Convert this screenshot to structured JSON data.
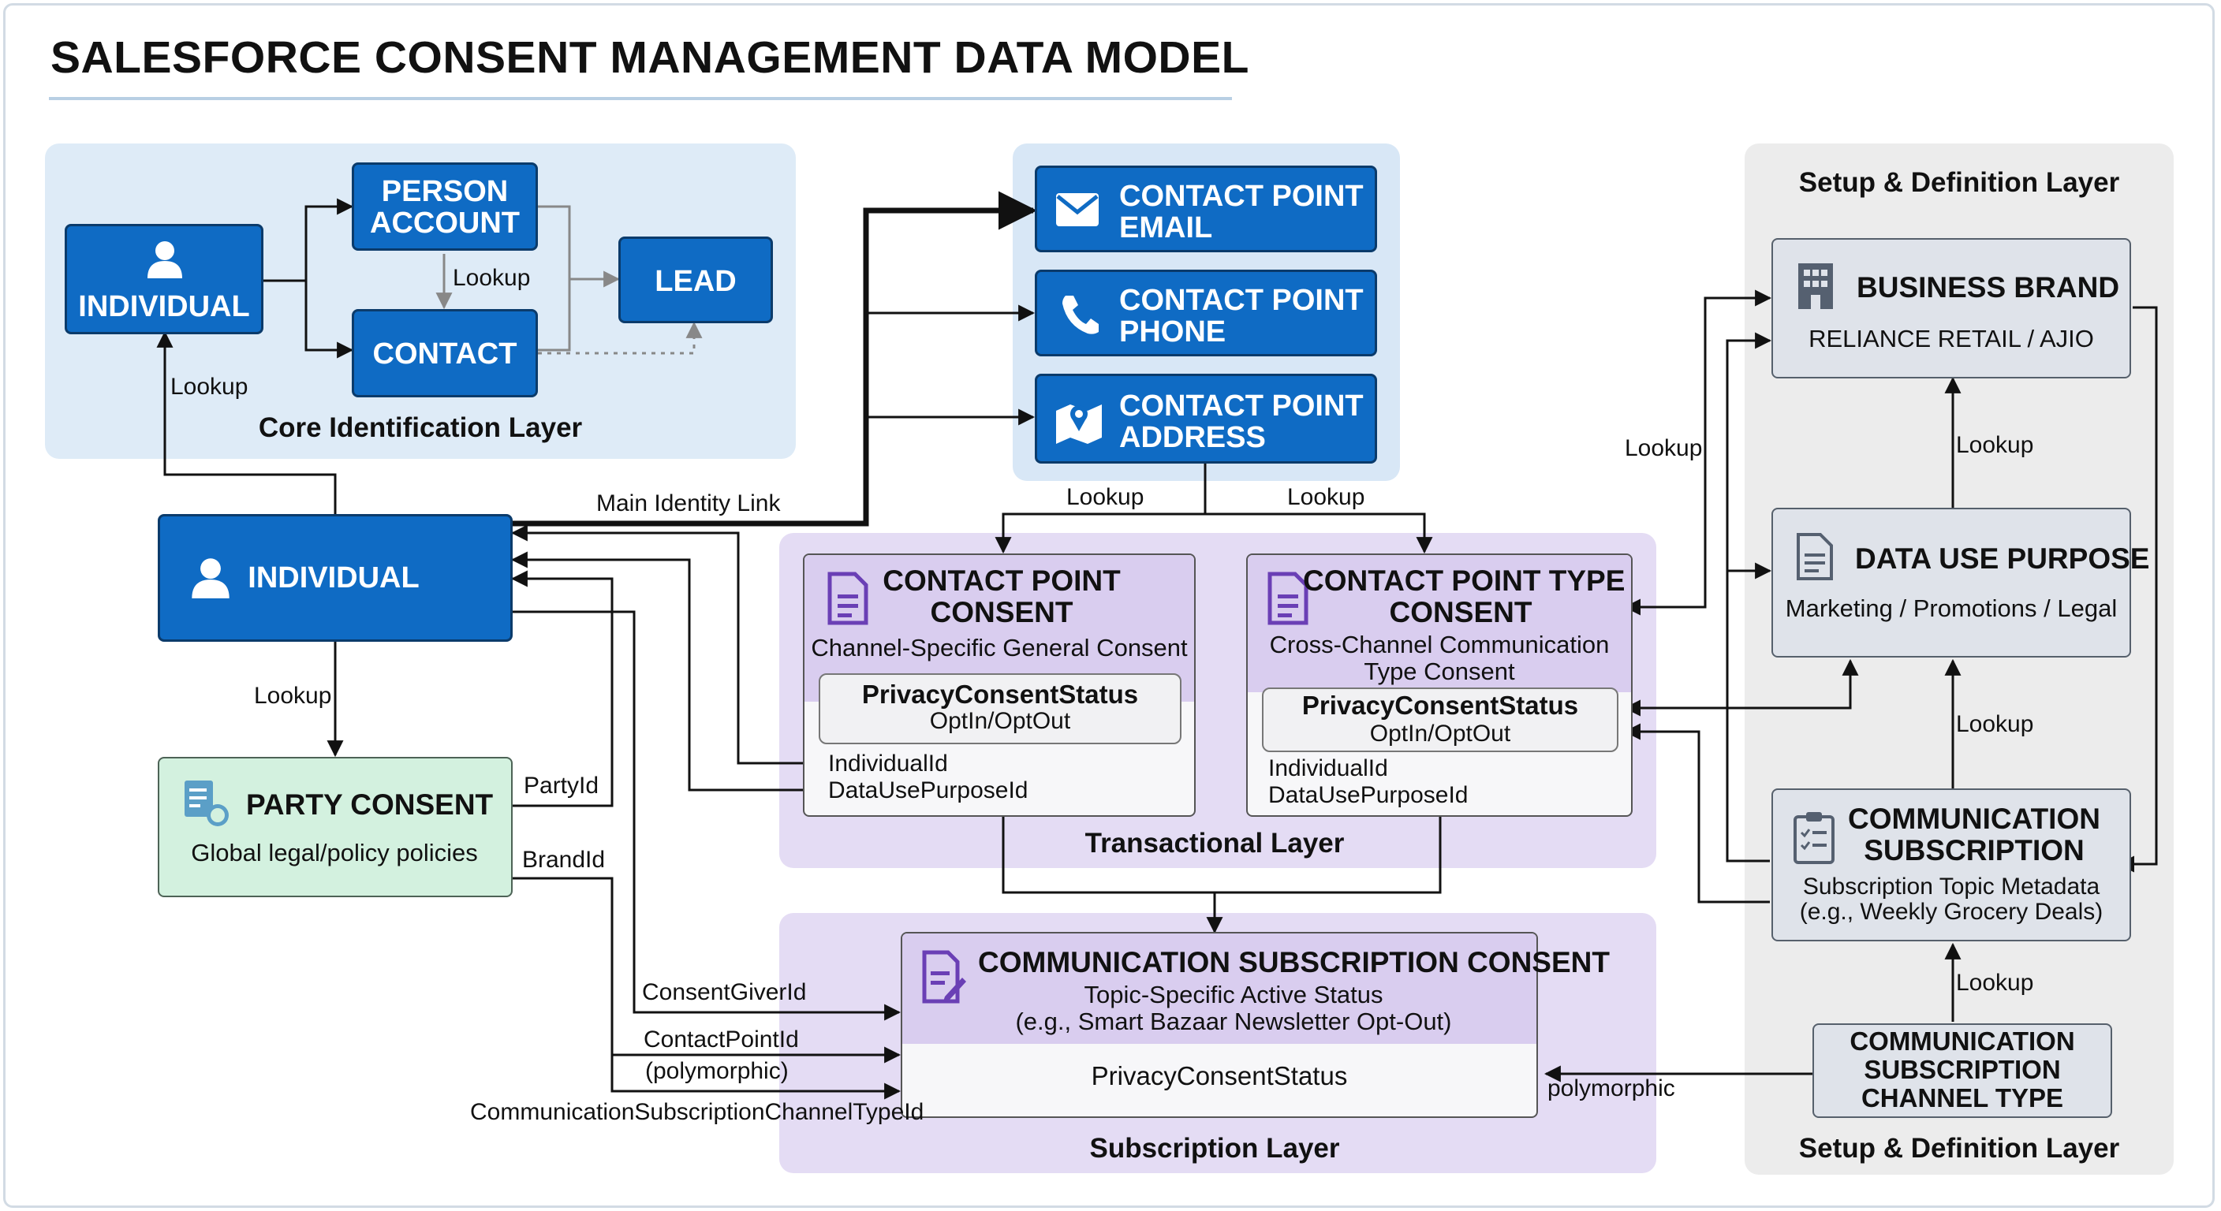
{
  "title": "SALESFORCE CONSENT MANAGEMENT DATA MODEL",
  "layers": {
    "core": "Core Identification Layer",
    "transactional": "Transactional Layer",
    "subscription": "Subscription Layer",
    "setup_top": "Setup & Definition Layer",
    "setup_bottom": "Setup & Definition Layer"
  },
  "core": {
    "individual": "INDIVIDUAL",
    "person_account_1": "PERSON",
    "person_account_2": "ACCOUNT",
    "contact": "CONTACT",
    "lead": "LEAD"
  },
  "individual_main": "INDIVIDUAL",
  "party_consent": {
    "title": "PARTY CONSENT",
    "subtitle": "Global legal/policy policies"
  },
  "contact_points": {
    "email_1": "CONTACT POINT",
    "email_2": "EMAIL",
    "phone_1": "CONTACT POINT",
    "phone_2": "PHONE",
    "address_1": "CONTACT POINT",
    "address_2": "ADDRESS"
  },
  "cp_consent": {
    "title_1": "CONTACT POINT",
    "title_2": "CONSENT",
    "subtitle": "Channel-Specific General Consent",
    "status_label": "PrivacyConsentStatus",
    "status_value": "OptIn/OptOut",
    "field_1": "IndividualId",
    "field_2": "DataUsePurposeId"
  },
  "cpt_consent": {
    "title_1": "CONTACT POINT TYPE",
    "title_2": "CONSENT",
    "subtitle_1": "Cross-Channel Communication",
    "subtitle_2": "Type Consent",
    "status_label": "PrivacyConsentStatus",
    "status_value": "OptIn/OptOut",
    "field_1": "IndividualId",
    "field_2": "DataUsePurposeId"
  },
  "comm_sub_consent": {
    "title": "COMMUNICATION SUBSCRIPTION CONSENT",
    "subtitle_1": "Topic-Specific Active Status",
    "subtitle_2": "(e.g., Smart Bazaar Newsletter Opt-Out)",
    "status": "PrivacyConsentStatus"
  },
  "business_brand": {
    "title": "BUSINESS BRAND",
    "subtitle": "RELIANCE RETAIL / AJIO"
  },
  "data_use_purpose": {
    "title": "DATA USE PURPOSE",
    "subtitle": "Marketing / Promotions / Legal"
  },
  "comm_subscription": {
    "title_1": "COMMUNICATION",
    "title_2": "SUBSCRIPTION",
    "subtitle_1": "Subscription Topic Metadata",
    "subtitle_2": "(e.g., Weekly Grocery Deals)"
  },
  "channel_type": {
    "line_1": "COMMUNICATION",
    "line_2": "SUBSCRIPTION",
    "line_3": "CHANNEL TYPE"
  },
  "edge_labels": {
    "lookup_core": "Lookup",
    "lookup_individual_up": "Lookup",
    "main_identity_link": "Main Identity Link",
    "lookup_cp_left": "Lookup",
    "lookup_cp_right": "Lookup",
    "lookup_party": "Lookup",
    "party_id": "PartyId",
    "brand_id": "BrandId",
    "consent_giver_id": "ConsentGiverId",
    "contact_point_id": "ContactPointId",
    "polymorphic_paren": "(polymorphic)",
    "channel_type_id": "CommunicationSubscriptionChannelTypeId",
    "polymorphic": "polymorphic",
    "lookup_brand": "Lookup",
    "lookup_setup_1": "Lookup",
    "lookup_setup_2": "Lookup",
    "lookup_setup_3": "Lookup"
  },
  "colors": {
    "blue_box": "#0f6bc4",
    "purple_header": "#d9cdef",
    "green_box": "#d3f1df",
    "gray_box": "#dfe3ea"
  }
}
